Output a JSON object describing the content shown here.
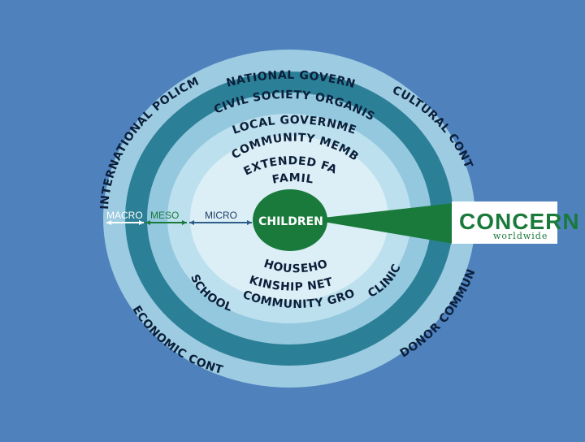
{
  "diagram": {
    "outer_ring": {
      "international": "INTERNATIONAL POLICMAKERS",
      "cultural": "CULTURAL CONTEXT",
      "economic": "ECONOMIC CONTEXT",
      "donor": "DONOR COMMUNITY"
    },
    "mid_ring": {
      "national": "NATIONAL GOVERNMENT",
      "civil": "CIVIL SOCIETY ORGANISATIONS",
      "schools": "SCHOOLS",
      "clinics": "CLINICS"
    },
    "inner_ring": {
      "local": "LOCAL GOVERNMENTS",
      "community_members": "COMMUNITY MEMBERS",
      "kinship": "KINSHIP NETWORK",
      "community_groups": "COMMUNITY GROUPS"
    },
    "core_ring": {
      "extended": "EXTENDED FAMILY",
      "family": "FAMILY",
      "household": "HOUSEHOLD"
    },
    "center": "CHILDREN",
    "scale": {
      "macro": "MACRO",
      "meso": "MESO",
      "micro": "MICRO"
    },
    "logo": {
      "name": "CONCERN",
      "sub": "worldwide"
    },
    "colors": {
      "background": "#4f81bd",
      "ring_outer": "#9dcbe1",
      "ring_dark": "#2b7f96",
      "ring_mid": "#93c8de",
      "ring_light": "#bde0ee",
      "ring_core": "#dceff6",
      "center_green": "#1a7a3c",
      "wedge_green": "#1a7a3c"
    }
  }
}
